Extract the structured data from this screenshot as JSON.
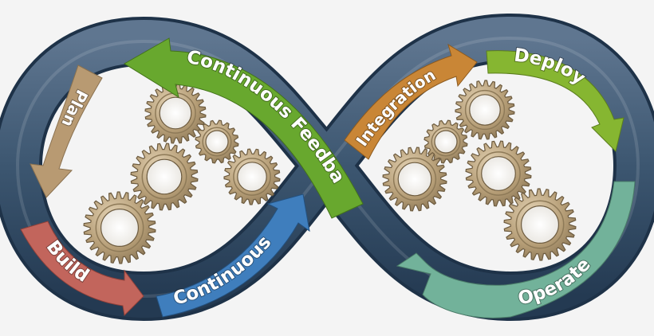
{
  "diagram": {
    "stages": [
      {
        "key": "plan",
        "label": "Plan",
        "color": "#b89a72"
      },
      {
        "key": "build",
        "label": "Build",
        "color": "#c2655c"
      },
      {
        "key": "continuous",
        "label": "Continuous",
        "color": "#3f7ebd"
      },
      {
        "key": "integration",
        "label": "Integration",
        "color": "#c98636"
      },
      {
        "key": "deploy",
        "label": "Deploy",
        "color": "#86b631"
      },
      {
        "key": "operate",
        "label": "Operate",
        "color": "#72b29a"
      },
      {
        "key": "feedback",
        "label": "Continuous Feedback",
        "color": "#68a82e"
      }
    ],
    "colors": {
      "loop_outer": "#2f4a66",
      "loop_inner": "#5b7088",
      "gear": "#b59d76",
      "gear_dark": "#7d6a4c"
    }
  }
}
